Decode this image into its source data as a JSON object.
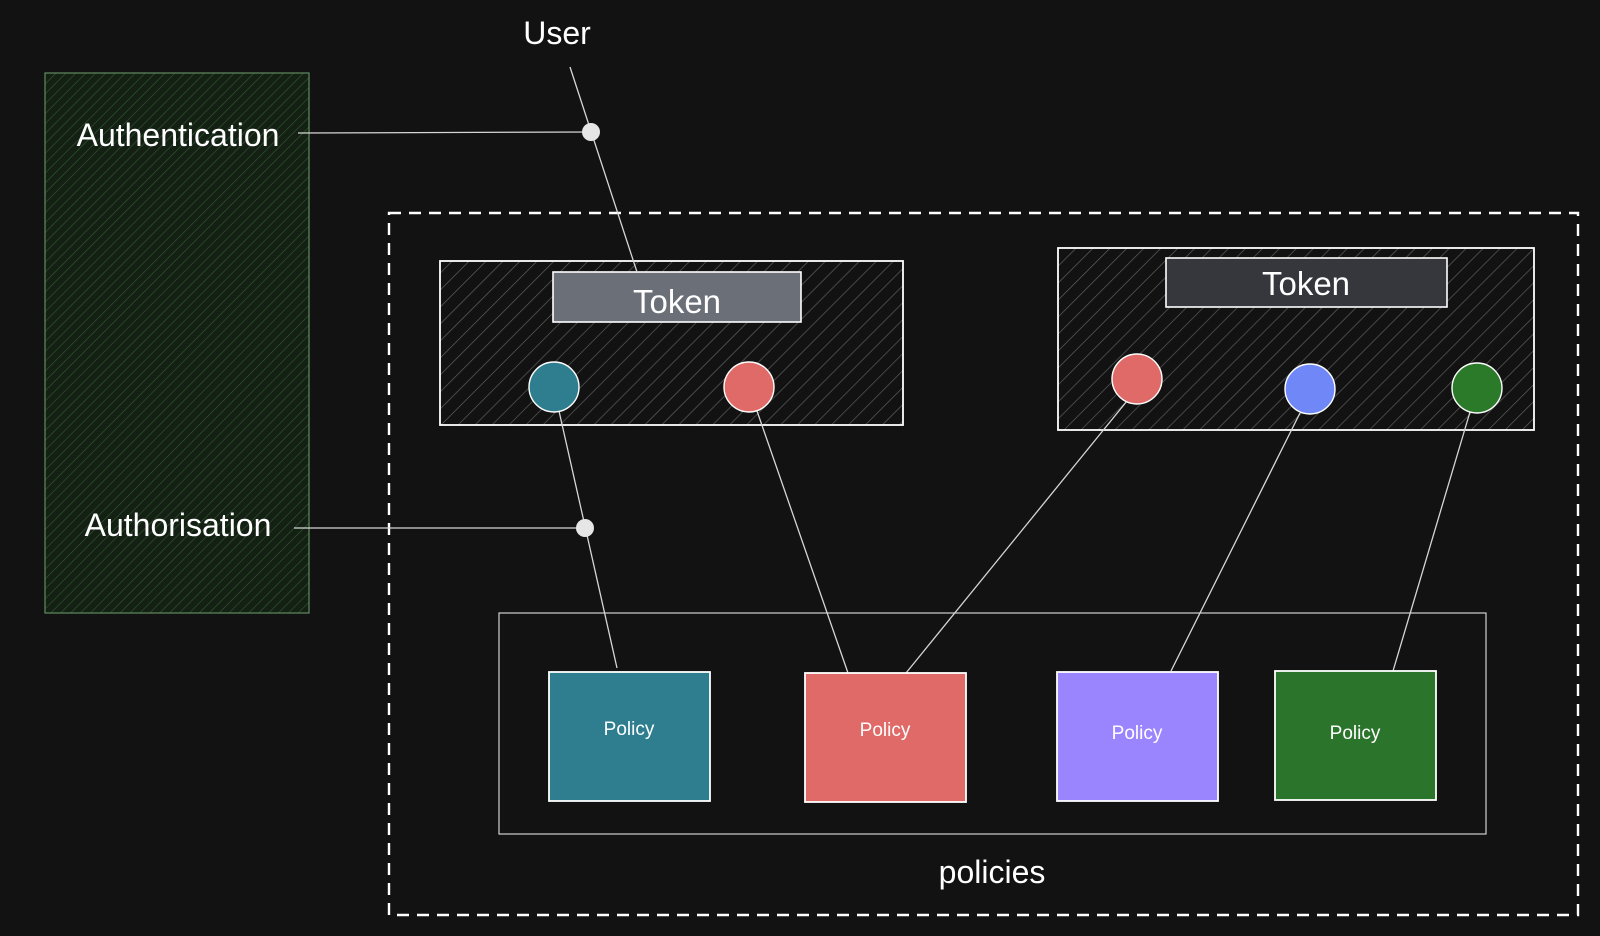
{
  "labels": {
    "user": "User",
    "authentication": "Authentication",
    "authorisation": "Authorisation",
    "policies": "policies"
  },
  "tokens": [
    {
      "label": "Token",
      "header_color": "#6b6f77",
      "claim_colors": [
        "#2e7e90",
        "#e06a67"
      ]
    },
    {
      "label": "Token",
      "header_color": "#35373c",
      "claim_colors": [
        "#e06a67",
        "#6f87f7",
        "#2a7a2a"
      ]
    }
  ],
  "policies": [
    {
      "label": "Policy",
      "color": "#2e7e90"
    },
    {
      "label": "Policy",
      "color": "#e06a67"
    },
    {
      "label": "Policy",
      "color": "#9b85ff"
    },
    {
      "label": "Policy",
      "color": "#2b742b"
    }
  ],
  "colors": {
    "background": "#121212",
    "side_panel": "#142014",
    "line": "#d6d6d6",
    "dashed_border": "#ffffff"
  }
}
